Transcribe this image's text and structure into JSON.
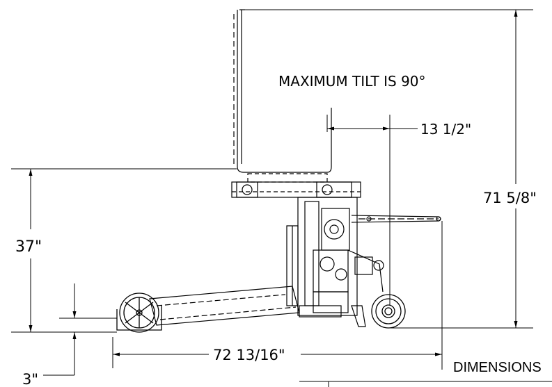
{
  "drawing": {
    "note": "MAXIMUM TILT IS 90°",
    "dimensions": {
      "overall_height": "71 5/8\"",
      "offset": "13 1/2\"",
      "platform_height": "37\"",
      "overall_length": "72 13/16\"",
      "ground_clearance": "3\""
    },
    "title_block_label": "DIMENSIONS"
  }
}
